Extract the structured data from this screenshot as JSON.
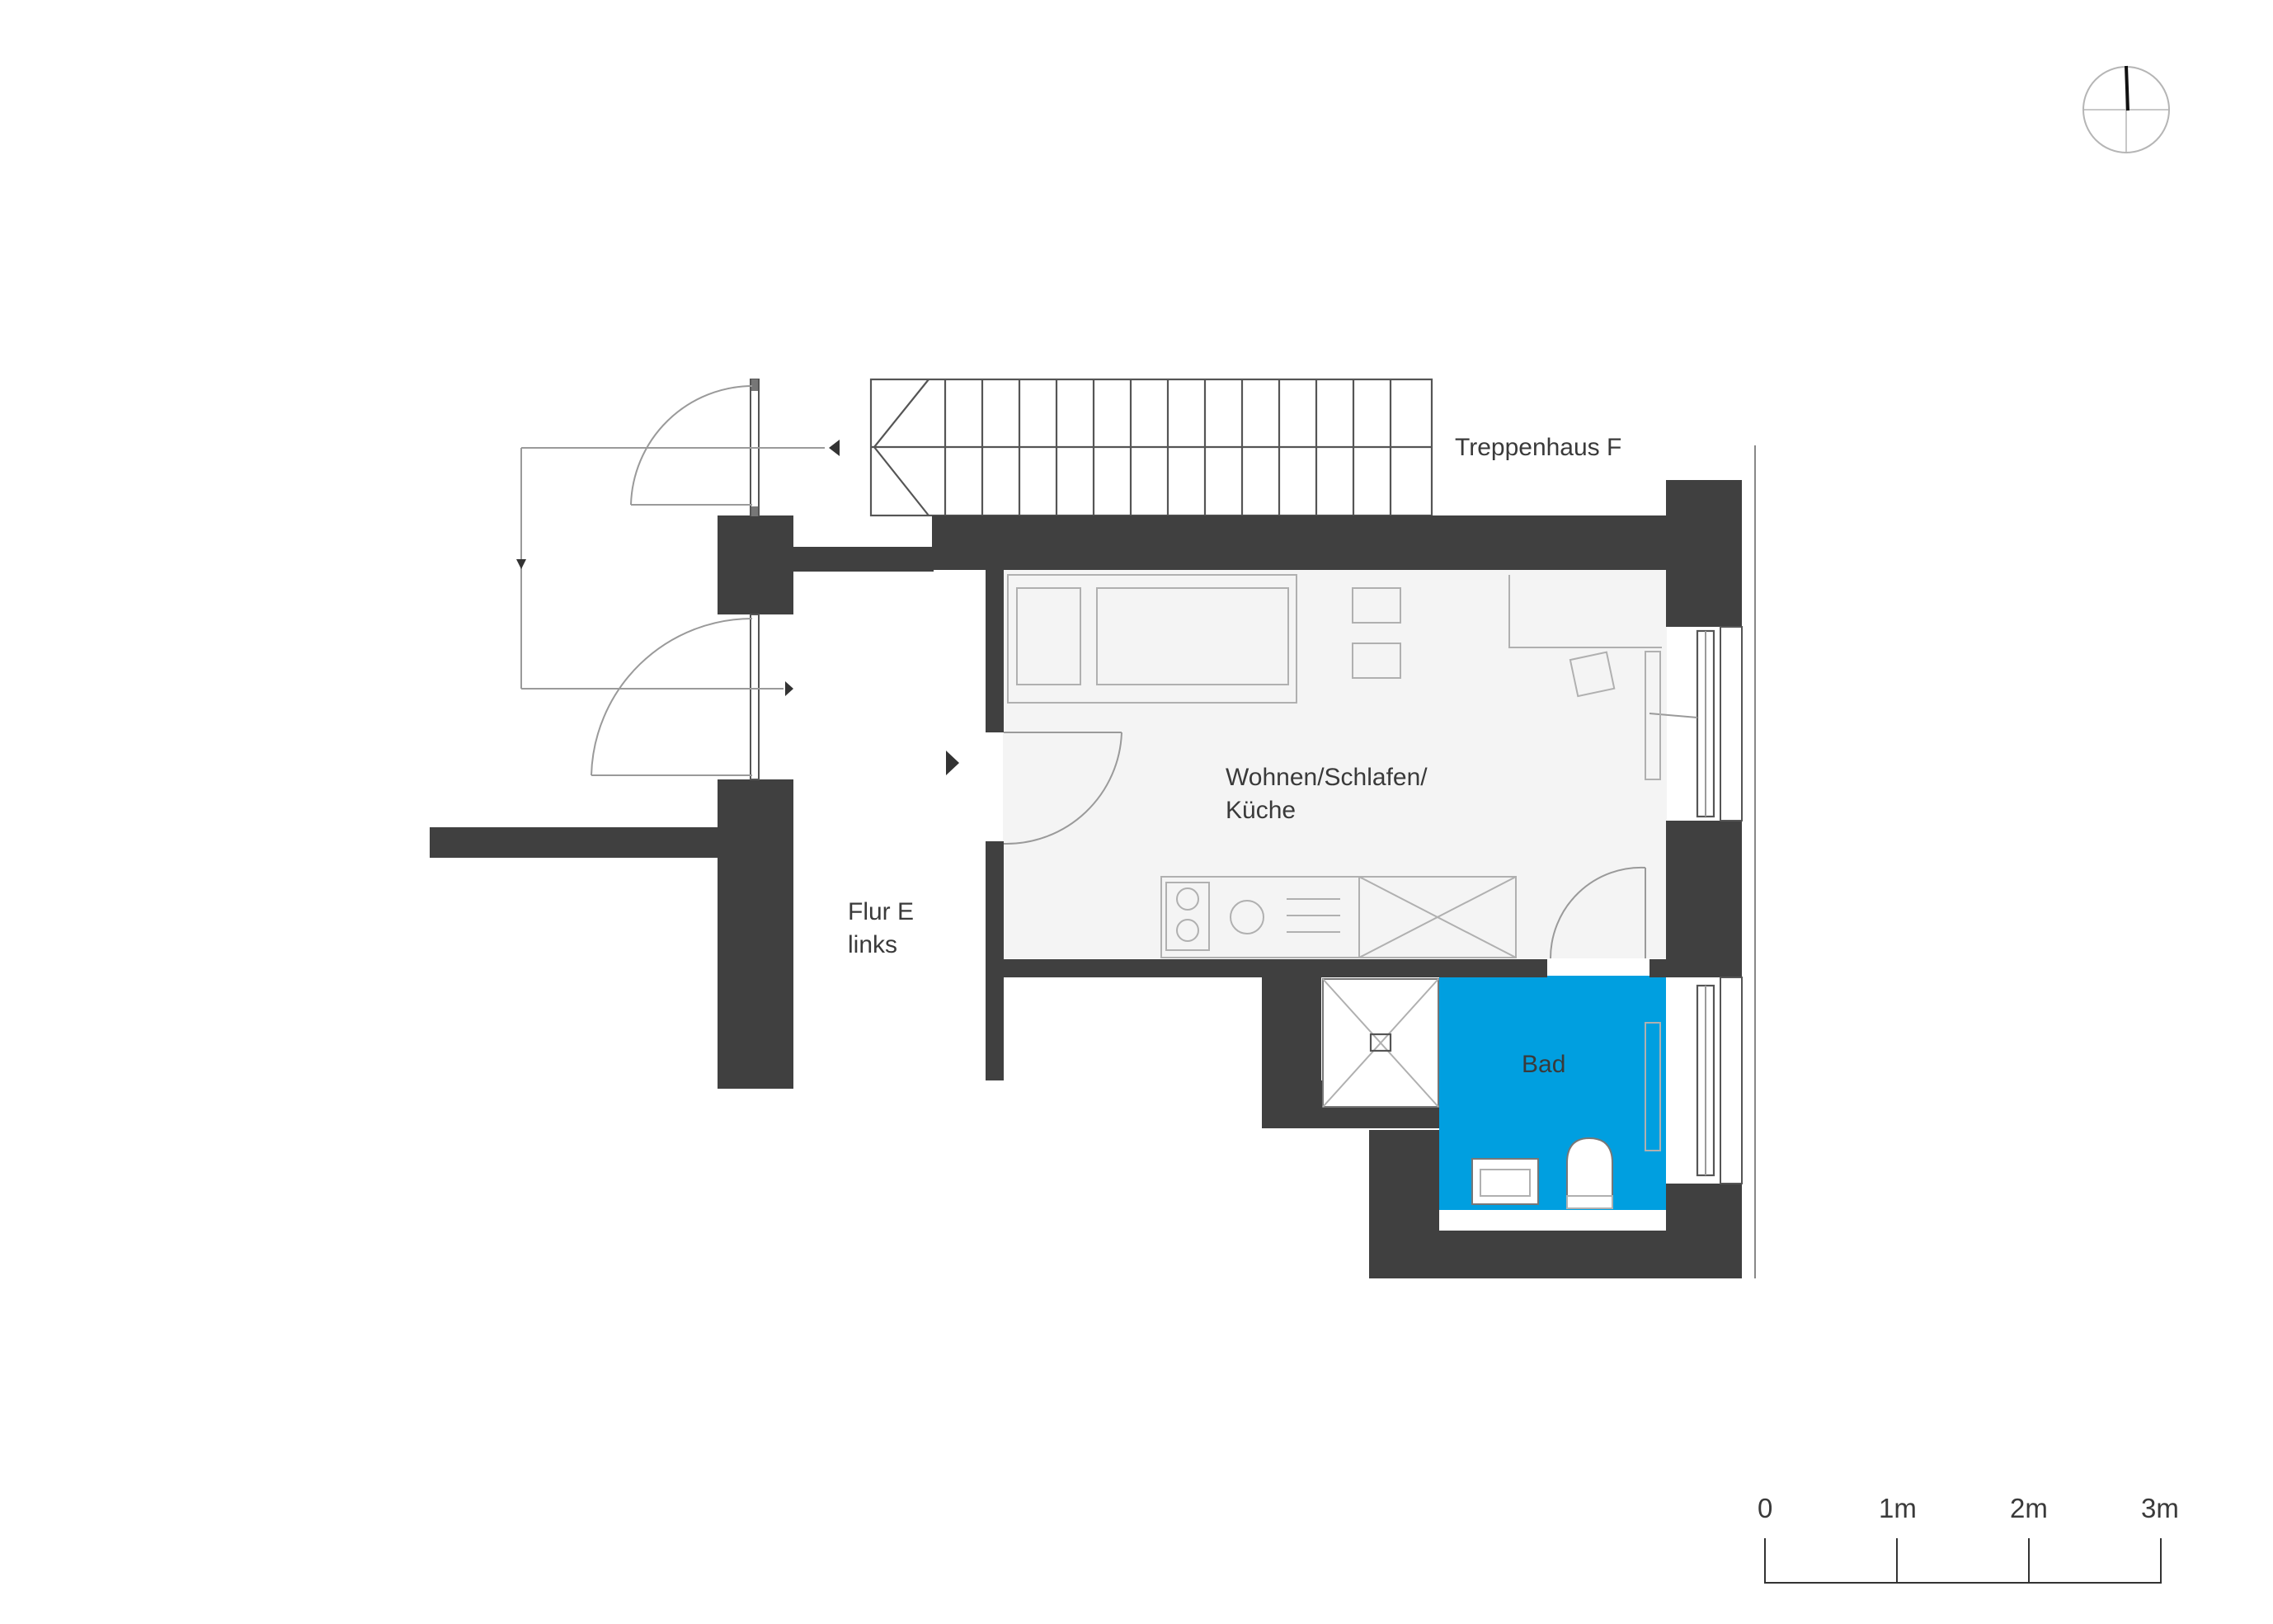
{
  "labels": {
    "stairwell": "Treppenhaus F",
    "living_line1": "Wohnen/Schlafen/",
    "living_line2": "Küche",
    "corridor_line1": "Flur E",
    "corridor_line2": "links",
    "bathroom": "Bad"
  },
  "scale_bar": {
    "ticks": [
      "0",
      "1m",
      "2m",
      "3m"
    ]
  },
  "colors": {
    "wall": "#404040",
    "bathroom_fill": "#009fe0",
    "room_fill": "#f4f4f4",
    "line": "#9a9a9a"
  },
  "icons": {
    "north_arrow": "compass-north-icon",
    "entrance_marker": "entrance-arrow-icon"
  }
}
